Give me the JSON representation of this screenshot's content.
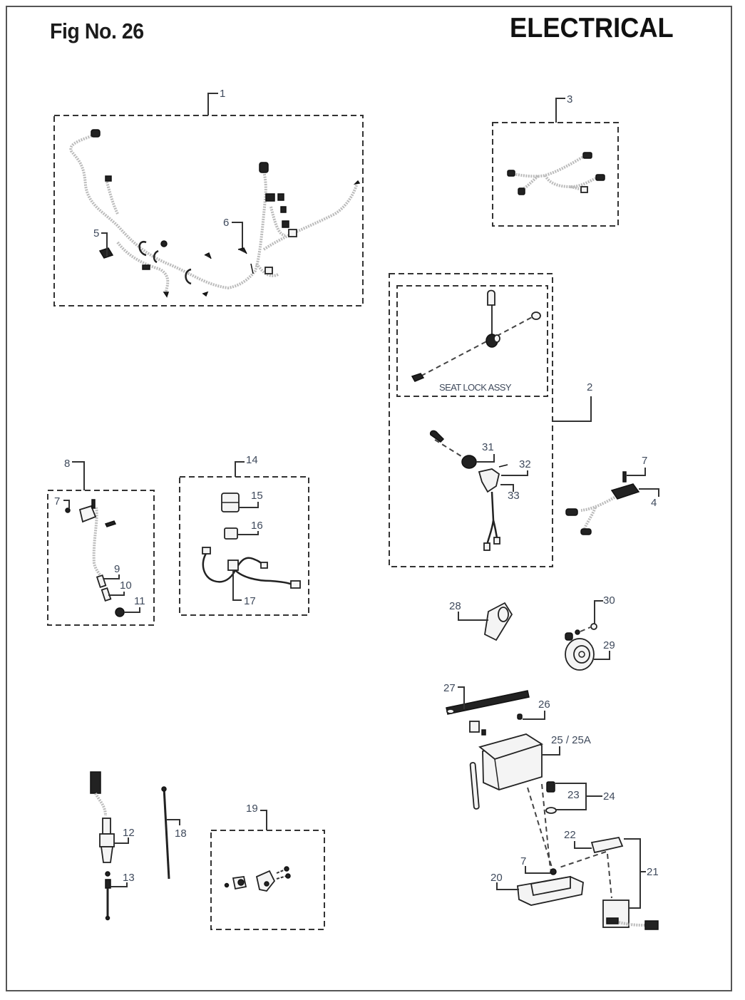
{
  "header": {
    "figure_number": "Fig No. 26",
    "section_title": "ELECTRICAL"
  },
  "assemblies": {
    "seat_lock_label": "SEAT LOCK ASSY"
  },
  "callouts": {
    "c1": "1",
    "c2": "2",
    "c3": "3",
    "c4": "4",
    "c5": "5",
    "c6": "6",
    "c7a": "7",
    "c7b": "7",
    "c7c": "7",
    "c8": "8",
    "c9": "9",
    "c10": "10",
    "c11": "11",
    "c12": "12",
    "c13": "13",
    "c14": "14",
    "c15": "15",
    "c16": "16",
    "c17": "17",
    "c18": "18",
    "c19": "19",
    "c20": "20",
    "c21": "21",
    "c22": "22",
    "c23": "23",
    "c24": "24",
    "c25": "25 / 25A",
    "c26": "26",
    "c27": "27",
    "c28": "28",
    "c29": "29",
    "c30": "30",
    "c31": "31",
    "c32": "32",
    "c33": "33"
  },
  "colors": {
    "callout_text": "#3f4a5c",
    "line": "#333333",
    "frame": "#555555"
  }
}
